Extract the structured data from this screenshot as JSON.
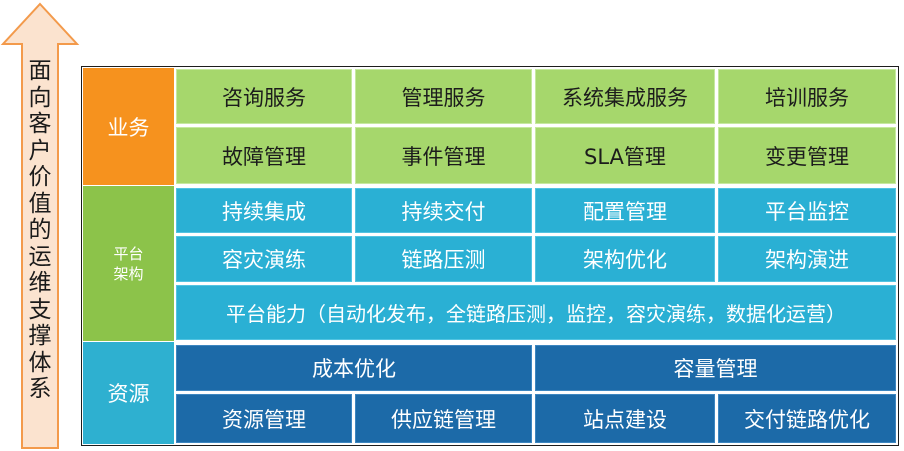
{
  "side_arrow": {
    "label": "面向客户价值的运维支撑体系"
  },
  "layers": [
    {
      "id": "business",
      "label": "业务"
    },
    {
      "id": "platform",
      "label_line1": "平台",
      "label_line2": "架构"
    },
    {
      "id": "resource",
      "label": "资源"
    }
  ],
  "business": {
    "row1": [
      "咨询服务",
      "管理服务",
      "系统集成服务",
      "培训服务"
    ],
    "row2": [
      "故障管理",
      "事件管理",
      "SLA管理",
      "变更管理"
    ]
  },
  "platform": {
    "row1": [
      "持续集成",
      "持续交付",
      "配置管理",
      "平台监控"
    ],
    "row2": [
      "容灾演练",
      "链路压测",
      "架构优化",
      "架构演进"
    ],
    "capability": "平台能力（自动化发布，全链路压测，监控，容灾演练，数据化运营）"
  },
  "resource": {
    "row1": [
      "成本优化",
      "容量管理"
    ],
    "row2": [
      "资源管理",
      "供应链管理",
      "站点建设",
      "交付链路优化"
    ]
  },
  "colors": {
    "arrow_fill": "#fbe3cf",
    "arrow_stroke": "#f39a4b",
    "business_layer": "#f6921e",
    "platform_layer": "#8cc34a",
    "resource_layer": "#2eb0d0",
    "business_cell": "#a6d76c",
    "platform_cell": "#2ab0d4",
    "resource_cell": "#1c6aa8"
  }
}
